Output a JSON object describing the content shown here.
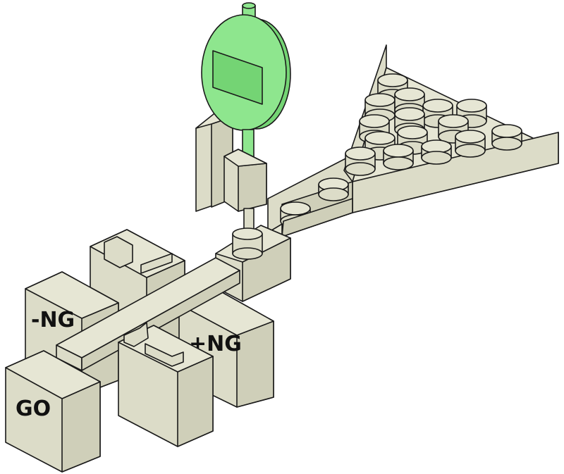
{
  "labels": {
    "minus_ng": "-NG",
    "plus_ng": "+NG",
    "go": "GO"
  },
  "colors": {
    "body": "#dcdcc8",
    "gauge": "#8ee68e",
    "outline": "#1a1a1a"
  }
}
